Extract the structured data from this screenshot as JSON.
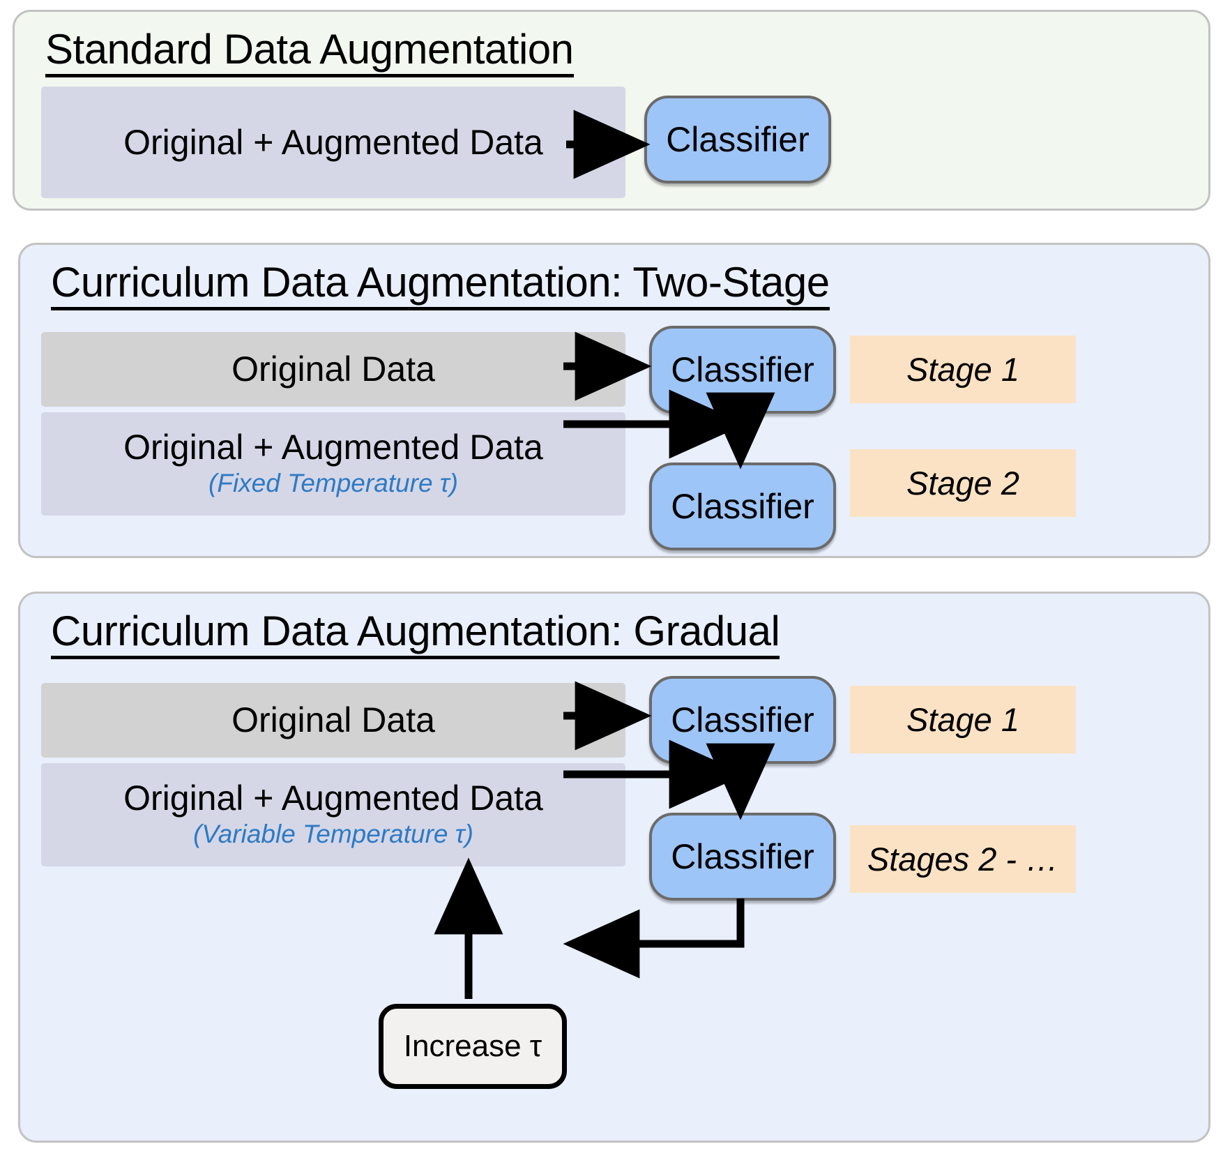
{
  "figure": {
    "type": "diagram",
    "description": "Comparison of standard data augmentation versus curriculum data augmentation (two-stage and gradual)"
  },
  "panels": [
    {
      "id": "standard",
      "title": "Standard Data Augmentation",
      "background_color": "#f2f7ef",
      "data_boxes": [
        {
          "label": "Original + Augmented Data",
          "sublabel": "",
          "color": "#d5d7e7"
        }
      ],
      "classifiers": [
        {
          "label": "Classifier",
          "color": "#9ec5f8"
        }
      ],
      "stage_tags": []
    },
    {
      "id": "two-stage",
      "title": "Curriculum Data Augmentation: Two-Stage",
      "background_color": "#e9effb",
      "data_boxes": [
        {
          "label": "Original Data",
          "sublabel": "",
          "color": "#d2d2d2"
        },
        {
          "label": "Original + Augmented Data",
          "sublabel": "(Fixed Temperature τ)",
          "color": "#d5d7e7"
        }
      ],
      "classifiers": [
        {
          "label": "Classifier",
          "color": "#9ec5f8"
        },
        {
          "label": "Classifier",
          "color": "#9ec5f8"
        }
      ],
      "stage_tags": [
        {
          "label": "Stage 1",
          "color": "#fbe2c4"
        },
        {
          "label": "Stage 2",
          "color": "#fbe2c4"
        }
      ]
    },
    {
      "id": "gradual",
      "title": "Curriculum Data Augmentation: Gradual",
      "background_color": "#e9effb",
      "data_boxes": [
        {
          "label": "Original Data",
          "sublabel": "",
          "color": "#d2d2d2"
        },
        {
          "label": "Original + Augmented Data",
          "sublabel": "(Variable Temperature τ)",
          "color": "#d5d7e7"
        }
      ],
      "classifiers": [
        {
          "label": "Classifier",
          "color": "#9ec5f8"
        },
        {
          "label": "Classifier",
          "color": "#9ec5f8"
        }
      ],
      "stage_tags": [
        {
          "label": "Stage 1",
          "color": "#fbe2c4"
        },
        {
          "label": "Stages 2 - …",
          "color": "#fbe2c4"
        }
      ],
      "feedback_node": {
        "label": "Increase τ",
        "color": "#f2f1ef"
      }
    }
  ],
  "colors": {
    "panel_green": "#f2f7ef",
    "panel_blue": "#e9effb",
    "panel_border": "#c2c2c2",
    "data_lavender": "#d5d7e7",
    "data_gray": "#d2d2d2",
    "classifier_blue": "#9ec5f8",
    "classifier_border": "#6b6b6b",
    "stage_peach": "#fbe2c4",
    "sublabel_blue": "#2e7ac4",
    "arrow_black": "#000000"
  }
}
